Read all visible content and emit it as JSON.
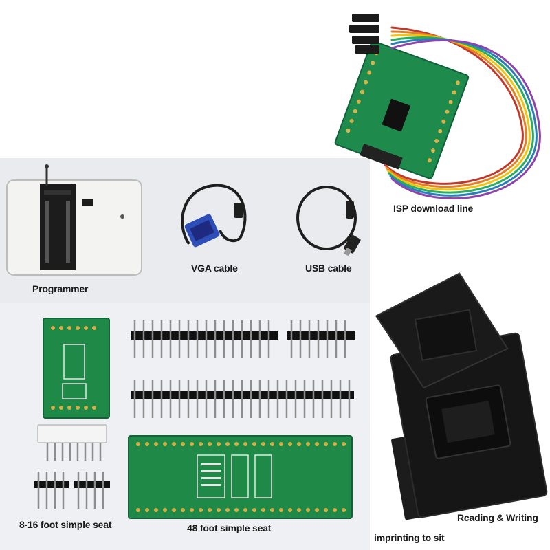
{
  "labels": {
    "isp_download_line": "ISP download line",
    "programmer": "Programmer",
    "vga_cable": "VGA cable",
    "usb_cable": "USB cable",
    "foot_8_16_seat": "8-16 foot simple seat",
    "foot_48_seat": "48 foot simple seat",
    "reading_writing": "Rcading & Writing",
    "imprinting_to_sit": "imprinting to sit"
  },
  "colors": {
    "pcb_green": "#1f8a47",
    "background_panel": "#e9ebef",
    "vga_connector_blue": "#2d4db8"
  }
}
